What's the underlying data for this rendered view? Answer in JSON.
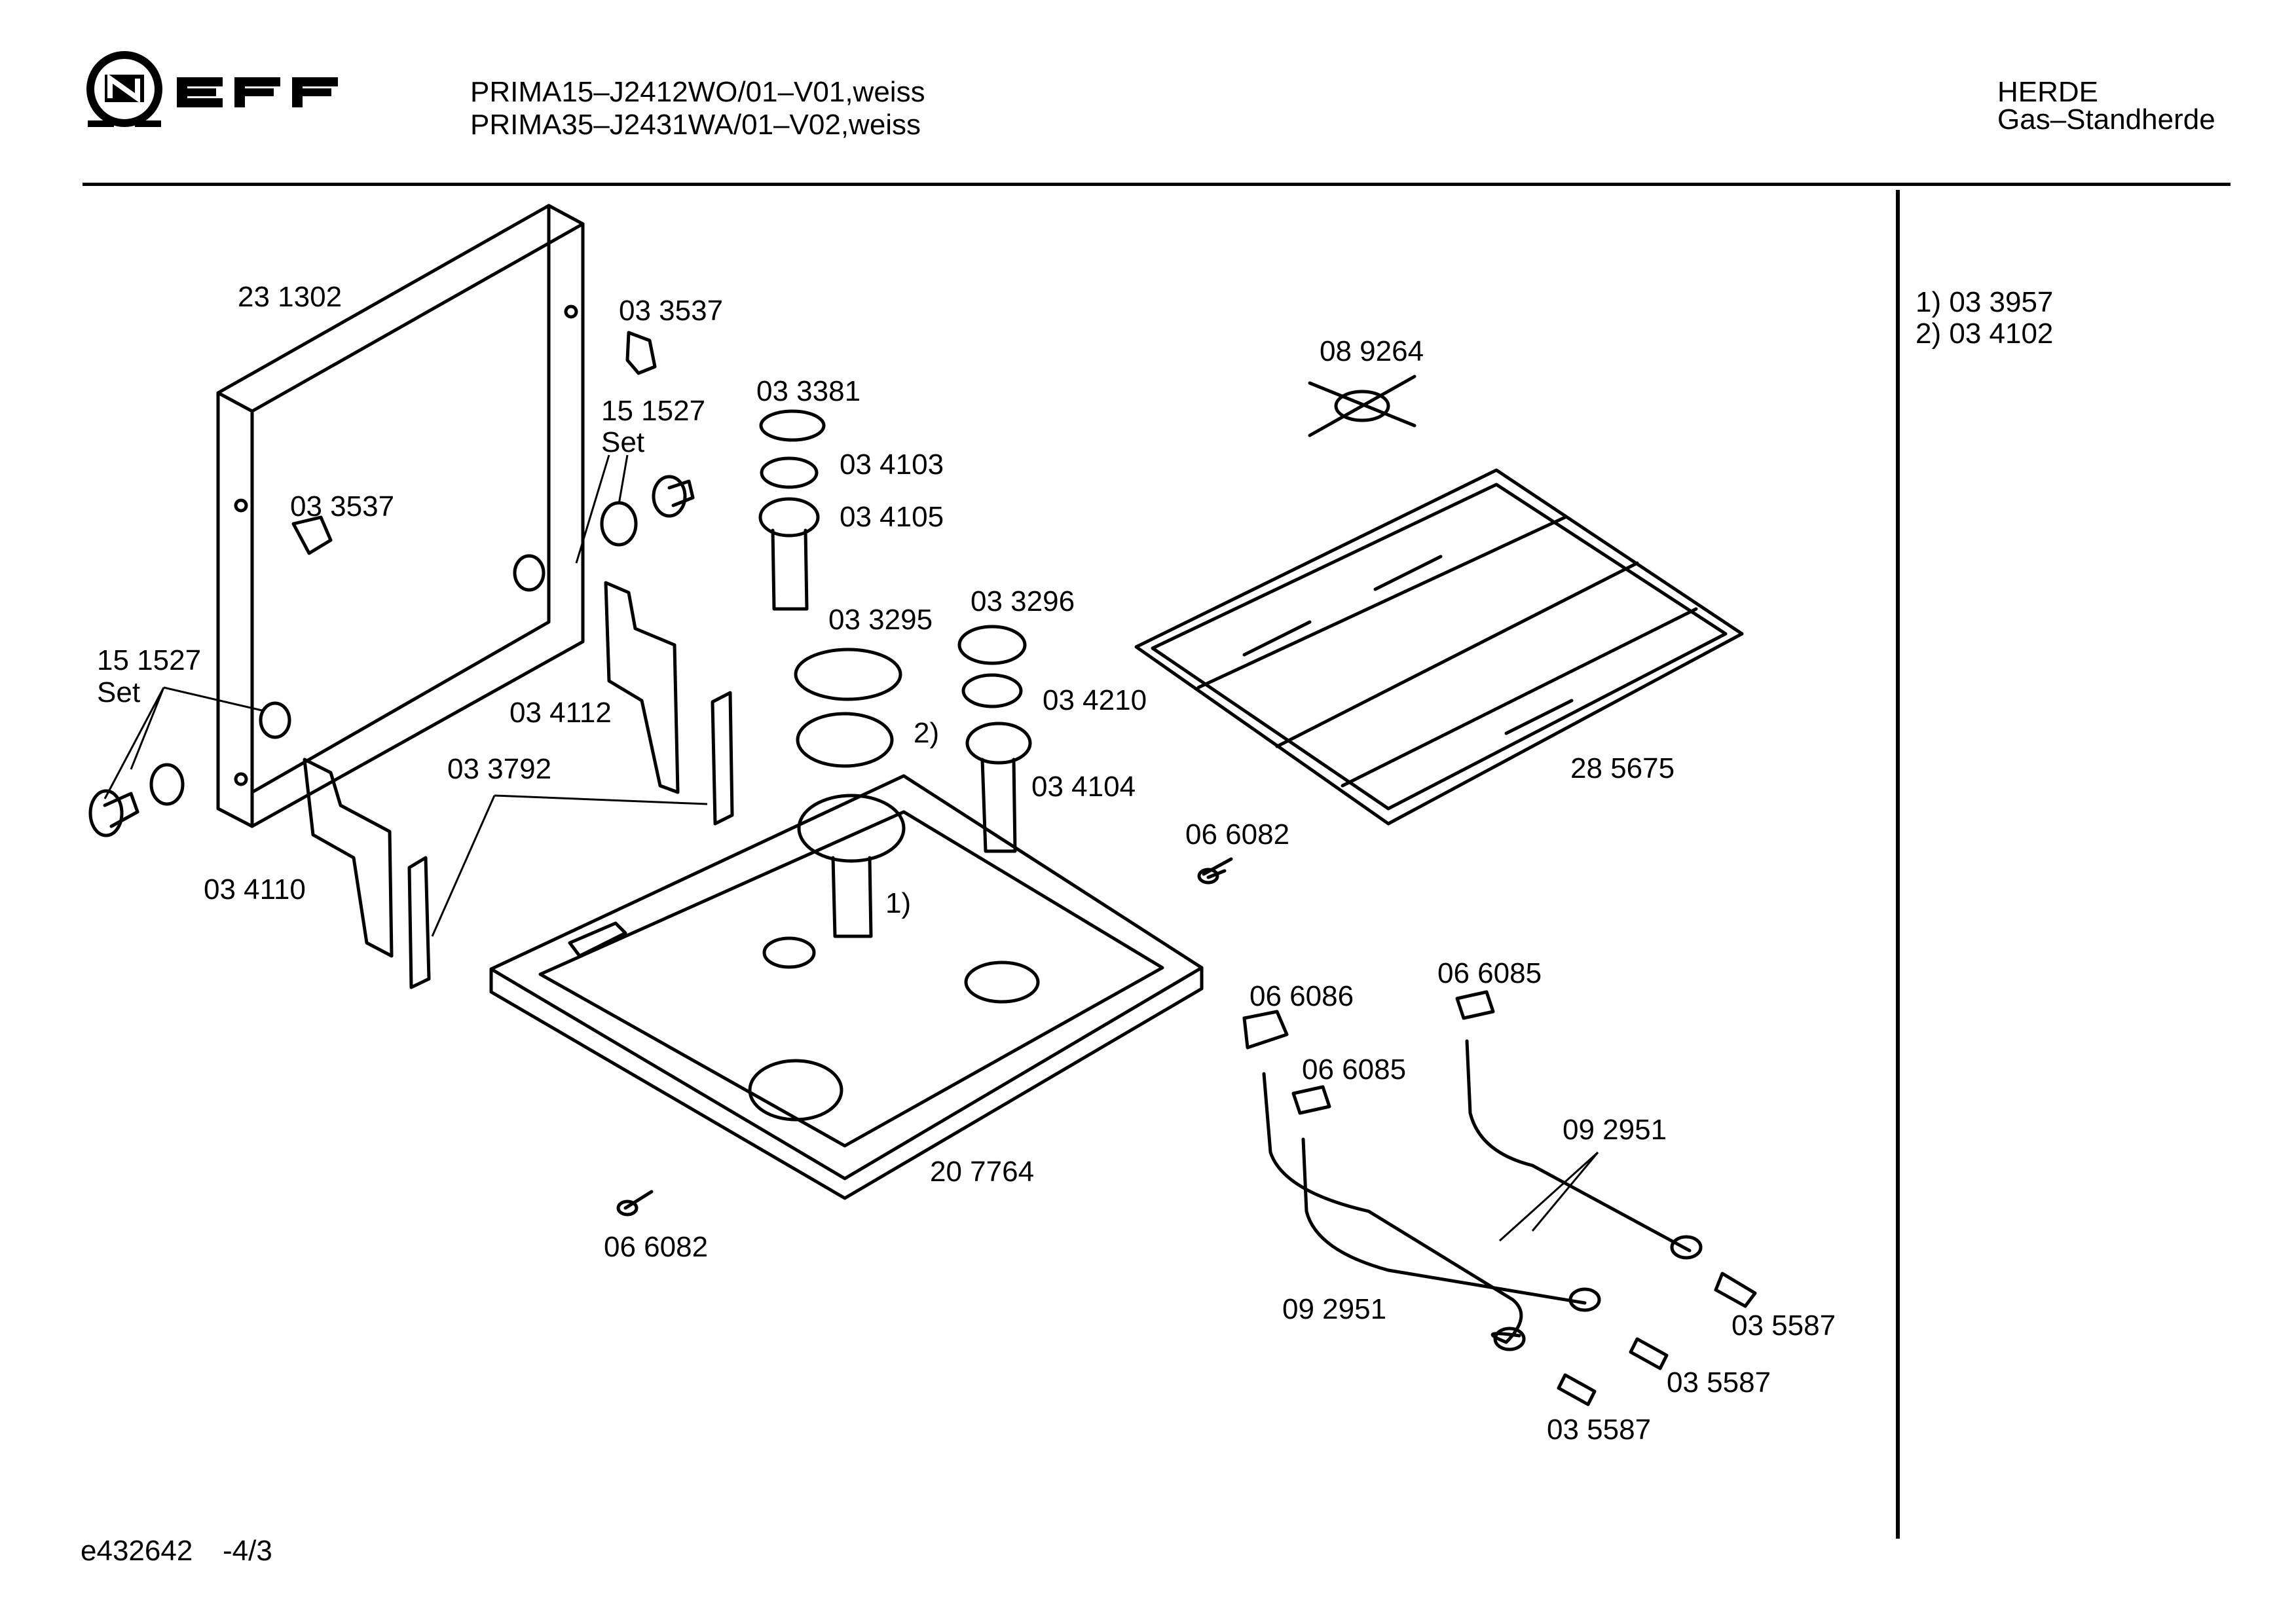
{
  "header": {
    "brand": "NEFF",
    "model_lines": [
      "PRIMA15–J2412WO/01–V01,weiss",
      "PRIMA35–J2431WA/01–V02,weiss"
    ],
    "category": "HERDE",
    "subcategory": "Gas–Standherde"
  },
  "notes": [
    "1)  03 3957",
    "2)  03 4102"
  ],
  "footer": {
    "doc_id": "e432642",
    "page": "-4/3"
  },
  "labels": {
    "l231302": "23 1302",
    "l033537a": "03 3537",
    "l033537b": "03 3537",
    "l151527a": "15 1527",
    "l151527a_set": "Set",
    "l151527b": "15 1527",
    "l151527b_set": "Set",
    "l033381": "03 3381",
    "l034103": "03 4103",
    "l034105": "03 4105",
    "l033295": "03 3295",
    "l033296": "03 3296",
    "l034210": "03 4210",
    "l034104": "03 4104",
    "l034112": "03 4112",
    "l033792": "03 3792",
    "l034110": "03 4110",
    "l089264": "08 9264",
    "l285675": "28 5675",
    "l066082a": "06 6082",
    "l066082b": "06 6082",
    "l207764": "20 7764",
    "l066086": "06 6086",
    "l066085a": "06 6085",
    "l066085b": "06 6085",
    "l092951a": "09 2951",
    "l092951b": "09 2951",
    "l035587a": "03 5587",
    "l035587b": "03 5587",
    "l035587c": "03 5587",
    "ref1": "1)",
    "ref2": "2)"
  }
}
